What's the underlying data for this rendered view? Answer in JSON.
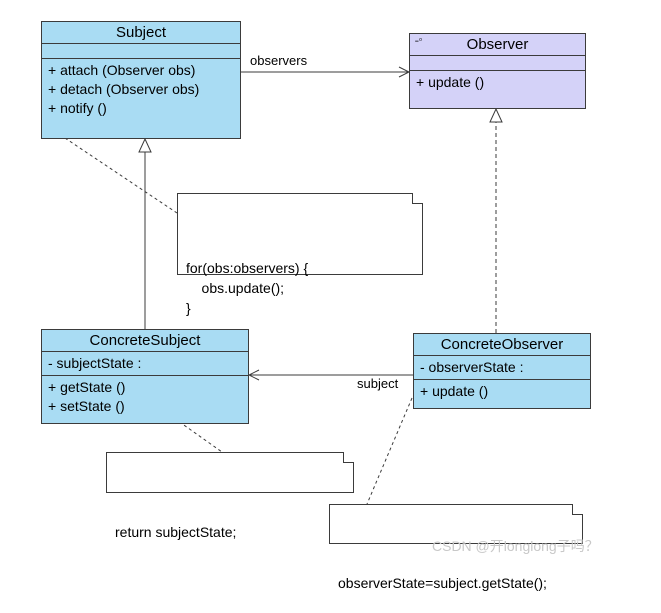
{
  "subject": {
    "name": "Subject",
    "attributes": [],
    "methods": [
      "+ attach (Observer obs)",
      "+ detach (Observer obs)",
      "+ notify ()"
    ]
  },
  "observer": {
    "name": "Observer",
    "stereotype_icon": "interface-icon",
    "attributes": [],
    "methods": [
      "+ update ()"
    ]
  },
  "concrete_subject": {
    "name": "ConcreteSubject",
    "attributes": [
      "- subjectState :"
    ],
    "methods": [
      "+ getState ()",
      "+ setState ()"
    ]
  },
  "concrete_observer": {
    "name": "ConcreteObserver",
    "attributes": [
      "- observerState :"
    ],
    "methods": [
      "+ update ()"
    ]
  },
  "notes": {
    "notify": "for(obs:observers) {\n    obs.update();\n}",
    "get_state": "return subjectState;",
    "observer_update": "observerState=subject.getState();"
  },
  "associations": {
    "observers_label": "observers",
    "subject_label": "subject"
  },
  "watermark": "CSDN @开longlong子吗？",
  "colors": {
    "class_fill": "#a9dcf3",
    "interface_fill": "#d4d2f8",
    "line": "#3b3b3b"
  }
}
